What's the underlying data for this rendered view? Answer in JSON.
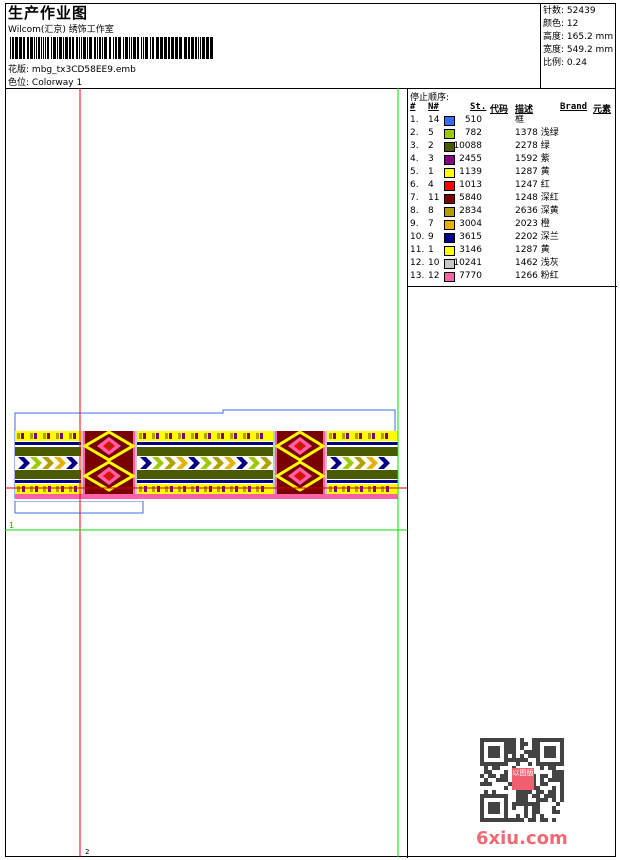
{
  "header": {
    "title": "生产作业图",
    "company": "Wilcom(汇京) 绣饰工作室",
    "file_label": "花版:",
    "file_name": "mbg_tx3CD58EE9.emb",
    "colorway_label": "色位:",
    "colorway": "Colorway 1"
  },
  "info": [
    {
      "label": "针数:",
      "value": "52439"
    },
    {
      "label": "颜色:",
      "value": "12"
    },
    {
      "label": "高度:",
      "value": "165.2 mm"
    },
    {
      "label": "宽度:",
      "value": "549.2 mm"
    },
    {
      "label": "比例:",
      "value": "0.24"
    }
  ],
  "stop_table": {
    "caption": "停止顺序:",
    "headers": {
      "num": "#",
      "n": "N#",
      "st": "St.",
      "code": "代码",
      "desc": "描述",
      "brand": "Brand",
      "element": "元素"
    },
    "rows": [
      {
        "num": "1.",
        "n": "14",
        "color": "#3a6cf0",
        "st": "510",
        "desc": "框"
      },
      {
        "num": "2.",
        "n": "5",
        "color": "#9ccc00",
        "st": "782",
        "desc": "1378 浅绿"
      },
      {
        "num": "3.",
        "n": "2",
        "color": "#4a5a00",
        "st": "10088",
        "desc": "2278 绿"
      },
      {
        "num": "4.",
        "n": "3",
        "color": "#800080",
        "st": "2455",
        "desc": "1592 紫"
      },
      {
        "num": "5.",
        "n": "1",
        "color": "#ffff00",
        "st": "1139",
        "desc": "1287 黄"
      },
      {
        "num": "6.",
        "n": "4",
        "color": "#ff0000",
        "st": "1013",
        "desc": "1247 红"
      },
      {
        "num": "7.",
        "n": "11",
        "color": "#780000",
        "st": "5840",
        "desc": "1248 深红"
      },
      {
        "num": "8.",
        "n": "8",
        "color": "#b0a000",
        "st": "2834",
        "desc": "2636 深黄"
      },
      {
        "num": "9.",
        "n": "7",
        "color": "#e8b000",
        "st": "3004",
        "desc": "2023 橙"
      },
      {
        "num": "10.",
        "n": "9",
        "color": "#000080",
        "st": "3615",
        "desc": "2202 深兰"
      },
      {
        "num": "11.",
        "n": "1",
        "color": "#ffff00",
        "st": "3146",
        "desc": "1287 黄"
      },
      {
        "num": "12.",
        "n": "10",
        "color": "#c8c8c8",
        "st": "10241",
        "desc": "1462 浅灰"
      },
      {
        "num": "13.",
        "n": "12",
        "color": "#ff60a8",
        "st": "7770",
        "desc": "1266 粉红"
      }
    ]
  },
  "design": {
    "start_marker": "1",
    "end_marker": "2"
  },
  "watermark": {
    "text": "6xiu.com",
    "seal": "以图版"
  }
}
